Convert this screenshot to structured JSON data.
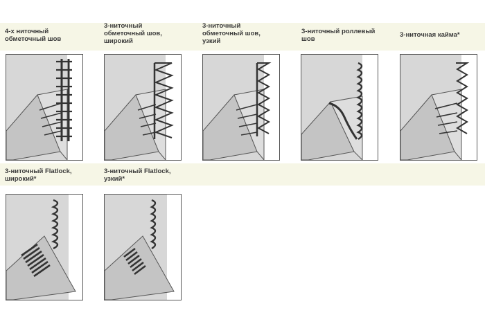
{
  "stitches": [
    {
      "id": "4thread-overlock",
      "label": "4-х ниточный\nобметочный шов",
      "icon": "overlock-4-thread-icon"
    },
    {
      "id": "3thread-overlock-wide",
      "label": "3-ниточный\nобметочный шов,\nширокий",
      "icon": "overlock-3-thread-wide-icon"
    },
    {
      "id": "3thread-overlock-narrow",
      "label": "3-ниточный\nобметочный шов,\nузкий",
      "icon": "overlock-3-thread-narrow-icon"
    },
    {
      "id": "3thread-rolled",
      "label": "3-ниточный роллевый\nшов",
      "icon": "rolled-hem-3-thread-icon"
    },
    {
      "id": "3thread-edging",
      "label": "3-ниточная кайма*",
      "icon": "edging-3-thread-icon"
    },
    {
      "id": "3thread-flatlock-wide",
      "label": "3-ниточный Flatlock,\nширокий*",
      "icon": "flatlock-3-thread-wide-icon"
    },
    {
      "id": "3thread-flatlock-narrow",
      "label": "3-ниточный Flatlock,\nузкий*",
      "icon": "flatlock-3-thread-narrow-icon"
    }
  ]
}
